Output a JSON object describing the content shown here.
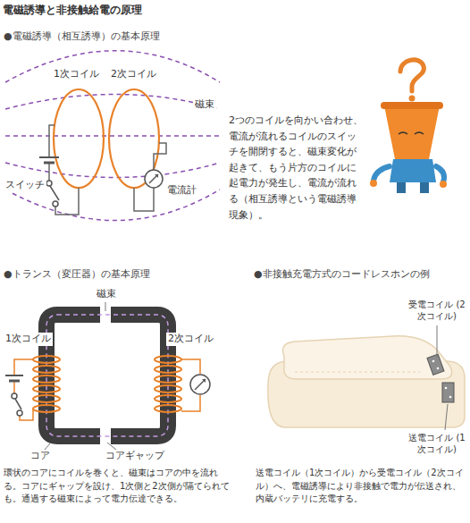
{
  "diagram": {
    "title": "電磁誘導と非接触給電の原理",
    "labels": [
      "●電磁誘導（相互誘導）の基本原理",
      "1次コイル",
      "2次コイル",
      "磁束",
      "スイッチ",
      "電流計",
      "2つのコイルを向かい合わせ、電流が流れるコイルのスイッチを開閉すると、磁束変化が起きて、もう片方のコイルに起電力が発生し、電流が流れる（相互誘導という電磁誘導現象）。",
      "●トランス（変圧器）の基本原理",
      "磁束",
      "1次コイル",
      "2次コイル",
      "コア",
      "コアギャップ",
      "環状のコアにコイルを巻くと、磁束はコアの中を流れる。コアにギャップを設け、1次側と2次側が隔てられても。通過する磁束によって電力伝達できる。",
      "●非接触充電方式のコードレスホンの例",
      "受電コイル (2次コイル)",
      "送電コイル (1次コイル)",
      "送電コイル（1次コイル）から受電コイル（2次コイル）へ、電磁誘導により非接触で電力が伝送され、内蔵バッテリに充電する。"
    ]
  }
}
